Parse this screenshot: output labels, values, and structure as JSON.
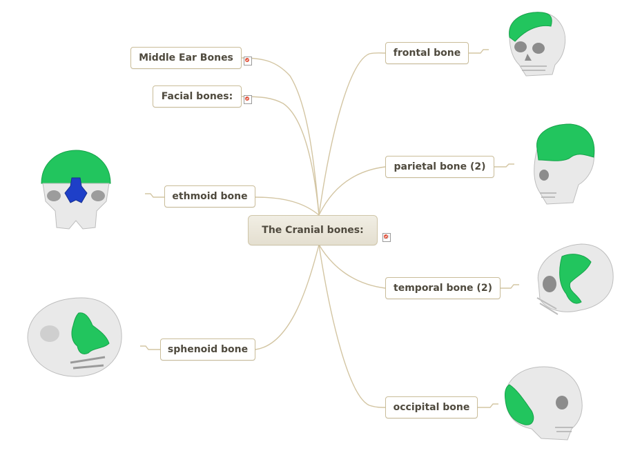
{
  "map": {
    "center": "The Cranial bones:",
    "topics": {
      "middle_ear": "Middle Ear Bones",
      "facial": "Facial bones:",
      "ethmoid": "ethmoid bone",
      "sphenoid": "sphenoid bone",
      "frontal": "frontal bone",
      "parietal": "parietal bone (2)",
      "temporal": "temporal bone (2)",
      "occipital": "occipital bone"
    }
  },
  "colors": {
    "line": "#d3c5a2",
    "node_border": "#c9bc98",
    "text": "#4f4a3e",
    "bone_highlight": "#22c55e",
    "ethmoid_highlight": "#1e3fc8",
    "skull": "#eaeaea"
  },
  "icons": {
    "note": "note-icon",
    "images": "skull-image"
  }
}
